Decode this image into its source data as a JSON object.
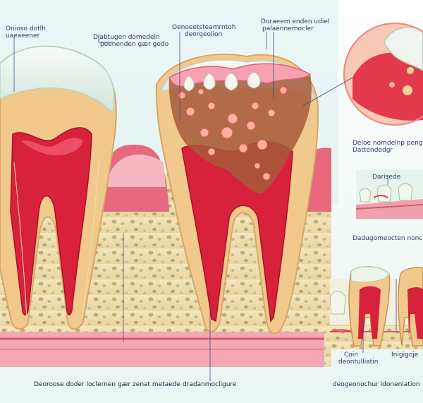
{
  "labels": {
    "top_left_1": "Onioso dotlh",
    "top_left_2": "uaeaeener",
    "mid_top_1": "Diabtugen domedeln",
    "mid_top_2": "poenenden gær gedo",
    "caries_1": "Oenoeetsteamrntoh",
    "caries_2": "deorgeolion",
    "top_right_1": "Doraeem enden udiel",
    "top_right_2": "palaennemocler",
    "right_desc_1": "Deloe nomdelnp penga",
    "right_desc_2": "Dattendedgr",
    "inset_label": "Darisede",
    "inset_caption": "Dadugomeocten noncem",
    "bottom_right_left_1": "Coin",
    "bottom_right_left_2": "deontulliatin",
    "bottom_right_right": "Inigigoje",
    "bottom_left_caption": "Deoroose doder loclernen gær zenat metaede dradanmocligure",
    "bottom_right_caption": "deogeonochur idoneniation"
  },
  "colors": {
    "enamel": "#e8f1ea",
    "dentin": "#f1c98c",
    "pulp": "#d8213a",
    "gum": "#ee7f93",
    "bone": "#f0e2b4",
    "caries": "#f7a1b2",
    "leader": "#3a4a8a"
  }
}
